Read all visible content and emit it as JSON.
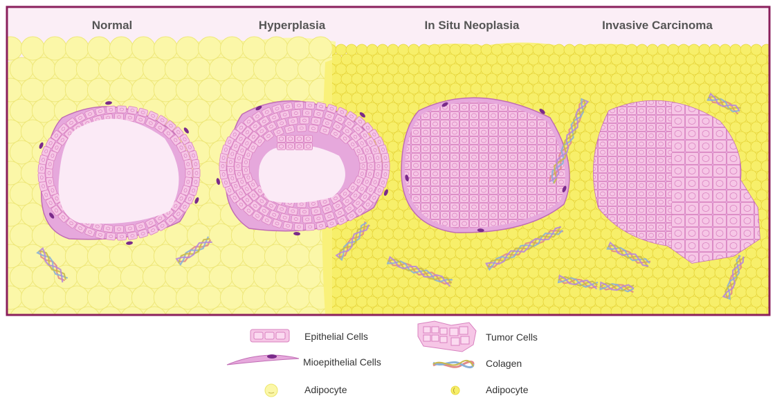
{
  "stages": [
    {
      "id": "normal",
      "label": "Normal"
    },
    {
      "id": "hyperplasia",
      "label": "Hyperplasia"
    },
    {
      "id": "in-situ",
      "label": "In Situ Neoplasia"
    },
    {
      "id": "invasive",
      "label": "Invasive Carcinoma"
    }
  ],
  "legend": {
    "epithelial": "Epithelial Cells",
    "mioepithelial": "Mioepithelial Cells",
    "adipocyte_normal": "Adipocyte",
    "tumor": "Tumor Cells",
    "colagen": "Colagen",
    "adipocyte_tumor": "Adipocyte"
  },
  "colors": {
    "frame": "#8a1f5c",
    "background": "#fbeef6",
    "adipocyte_fill": "#fbf7a8",
    "adipocyte_stroke": "#ece66a",
    "tumor_adipocyte_fill": "#f7ef6a",
    "tumor_adipocyte_stroke": "#e8d83a",
    "cell_fill": "#f6c6e6",
    "cell_stroke": "#d880bf",
    "myo_fill": "#e6a8dc",
    "myo_nucleus": "#7a2a8a",
    "lumen": "#fbeaf6"
  }
}
